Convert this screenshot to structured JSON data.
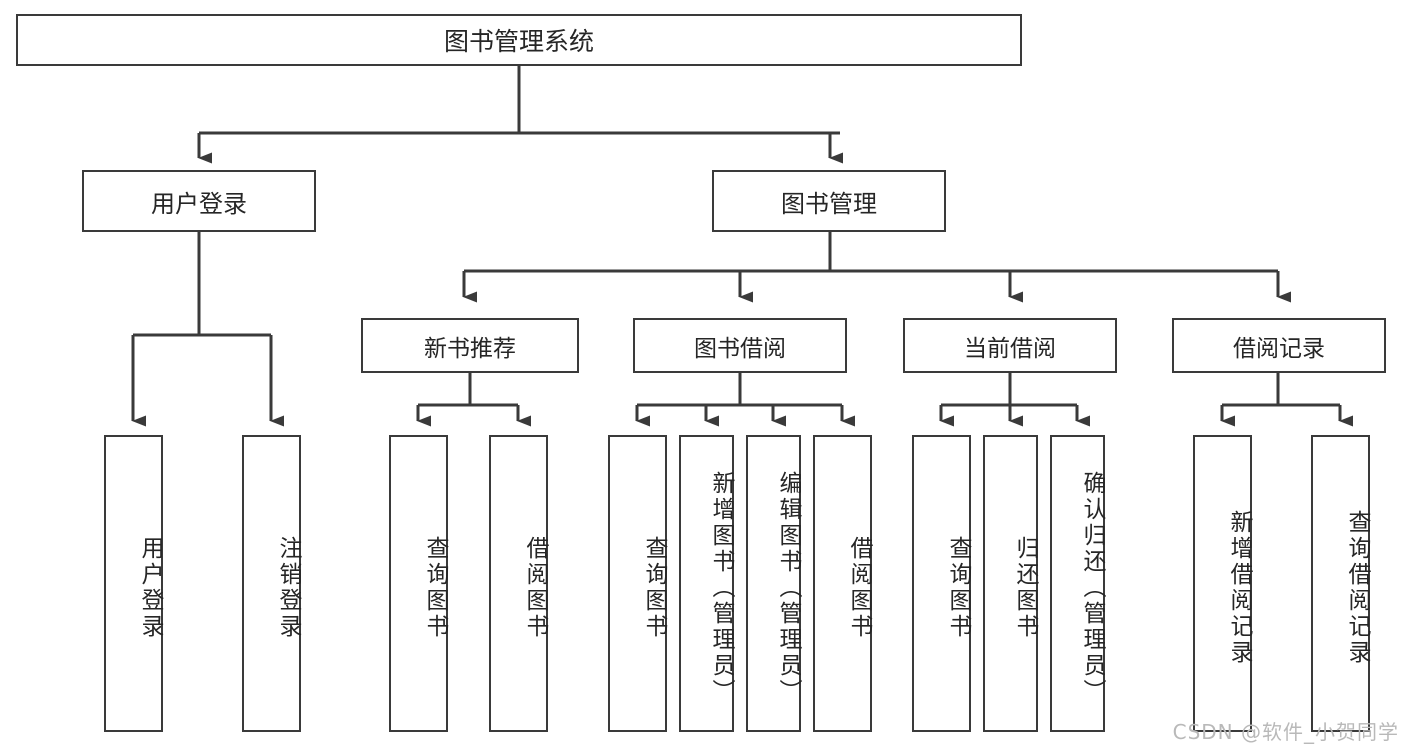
{
  "diagram": {
    "type": "tree",
    "title": "图书管理系统",
    "root": {
      "label": "图书管理系统"
    },
    "level1": [
      {
        "label": "用户登录"
      },
      {
        "label": "图书管理"
      }
    ],
    "level2": [
      {
        "label": "新书推荐"
      },
      {
        "label": "图书借阅"
      },
      {
        "label": "当前借阅"
      },
      {
        "label": "借阅记录"
      }
    ],
    "leaves": {
      "user_login": [
        {
          "label": "用户登录"
        },
        {
          "label": "注销登录"
        }
      ],
      "new_book_recommend": [
        {
          "label": "查询图书"
        },
        {
          "label": "借阅图书"
        }
      ],
      "book_borrow": [
        {
          "label": "查询图书"
        },
        {
          "label": "新增图书（管理员）"
        },
        {
          "label": "编辑图书（管理员）"
        },
        {
          "label": "借阅图书"
        }
      ],
      "current_borrow": [
        {
          "label": "查询图书"
        },
        {
          "label": "归还图书"
        },
        {
          "label": "确认归还（管理员）"
        }
      ],
      "borrow_record": [
        {
          "label": "新增借阅记录"
        },
        {
          "label": "查询借阅记录"
        }
      ]
    }
  },
  "watermark": {
    "text": "CSDN @软件_小贺同学"
  },
  "colors": {
    "stroke": "#3a3a3a",
    "text": "#262626",
    "background": "#ffffff",
    "watermark": "#b9b9b9"
  }
}
